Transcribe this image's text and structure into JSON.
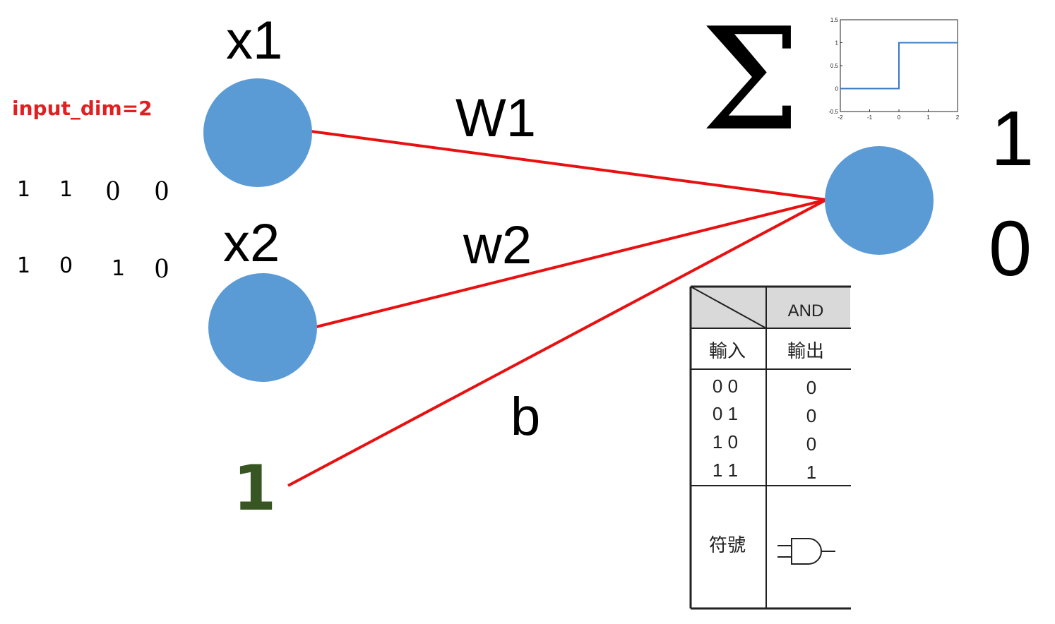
{
  "input_dim_label": "input_dim=2",
  "inputs": {
    "x1": "x1",
    "x2": "x2",
    "bias": "1"
  },
  "weights": {
    "w1": "W1",
    "w2": "w2",
    "b": "b"
  },
  "sum_symbol": "Σ",
  "outputs": [
    "1",
    "0"
  ],
  "input_rows": [
    [
      "1",
      "1",
      "0",
      "0"
    ],
    [
      "1",
      "0",
      "1",
      "0"
    ]
  ],
  "step_plot": {
    "x_ticks": [
      "-2",
      "-1",
      "0",
      "1",
      "2"
    ],
    "y_ticks": [
      "1.5",
      "1",
      "0.5",
      "0",
      "-0.5"
    ],
    "xlim": [
      -2,
      2
    ],
    "ylim": [
      -0.5,
      1.5
    ],
    "line_color": "#3a78c4"
  },
  "truth_table": {
    "gate_name": "AND",
    "input_header": "輸入",
    "output_header": "輸出",
    "rows": [
      {
        "input": "0 0",
        "output": "0"
      },
      {
        "input": "0 1",
        "output": "0"
      },
      {
        "input": "1 0",
        "output": "0"
      },
      {
        "input": "1 1",
        "output": "1"
      }
    ],
    "symbol_label": "符號"
  },
  "colors": {
    "node": "#5b9bd5",
    "edge": "#e81010",
    "input_dim": "#e02020",
    "bias": "#375623"
  }
}
